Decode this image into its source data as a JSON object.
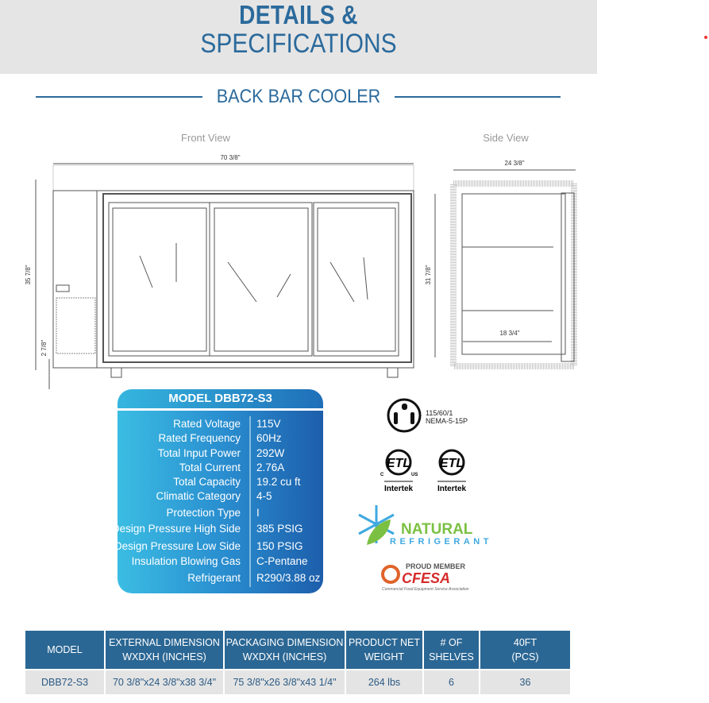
{
  "header": {
    "title_line1": "DETAILS &",
    "title_line2": "SPECIFICATIONS"
  },
  "subtitle": "BACK BAR COOLER",
  "drawing": {
    "front_label": "Front View",
    "side_label": "Side View",
    "front_width": "70 3/8\"",
    "front_height": "35 7/8\"",
    "base_height": "2 7/8\"",
    "side_depth": "24 3/8\"",
    "side_height": "31 7/8\"",
    "shelf_depth": "18 3/4\""
  },
  "spec": {
    "title": "MODEL DBB72-S3",
    "rows": [
      {
        "k": "Rated  Voltage",
        "v": "115V"
      },
      {
        "k": "Rated  Frequency",
        "v": "60Hz"
      },
      {
        "k": "Total Input Power",
        "v": "292W"
      },
      {
        "k": "Total Current",
        "v": "2.76A"
      },
      {
        "k": "Total Capacity",
        "v": "19.2 cu ft"
      },
      {
        "k": "Climatic Category",
        "v": "4-5"
      },
      {
        "k": "Protection Type",
        "v": "I"
      },
      {
        "k": "Design Pressure High Side",
        "v": "385 PSIG"
      },
      {
        "k": "Design Pressure Low Side",
        "v": "150 PSIG"
      },
      {
        "k": "Insulation Blowing Gas",
        "v": "C-Pentane"
      },
      {
        "k": "Refrigerant",
        "v": "R290/3.88 oz"
      }
    ]
  },
  "plug": {
    "line1": "115/60/1",
    "line2": "NEMA-5-15P"
  },
  "certs": {
    "etl1": "Intertek",
    "etl2": "Intertek",
    "natural1": "NATURAL",
    "natural2": "REFRIGERANT",
    "cfesa_top": "PROUD MEMBER",
    "cfesa": "CFESA",
    "cfesa_sub": "Commercial Food Equipment Service Association"
  },
  "table": {
    "headers": [
      [
        "MODEL",
        ""
      ],
      [
        "EXTERNAL DIMENSION",
        "WXDXH (INCHES)"
      ],
      [
        "PACKAGING DIMENSION",
        "WXDXH (INCHES)"
      ],
      [
        "PRODUCT NET",
        "WEIGHT"
      ],
      [
        "# OF",
        "SHELVES"
      ],
      [
        "40FT",
        "(PCS)"
      ]
    ],
    "row": [
      "DBB72-S3",
      "70 3/8\"x24 3/8\"x38 3/4\"",
      "75 3/8\"x26 3/8\"x43 1/4\"",
      "264 lbs",
      "6",
      "36"
    ]
  },
  "colors": {
    "brand": "#2b6a9c",
    "table_header": "#2b6794"
  }
}
